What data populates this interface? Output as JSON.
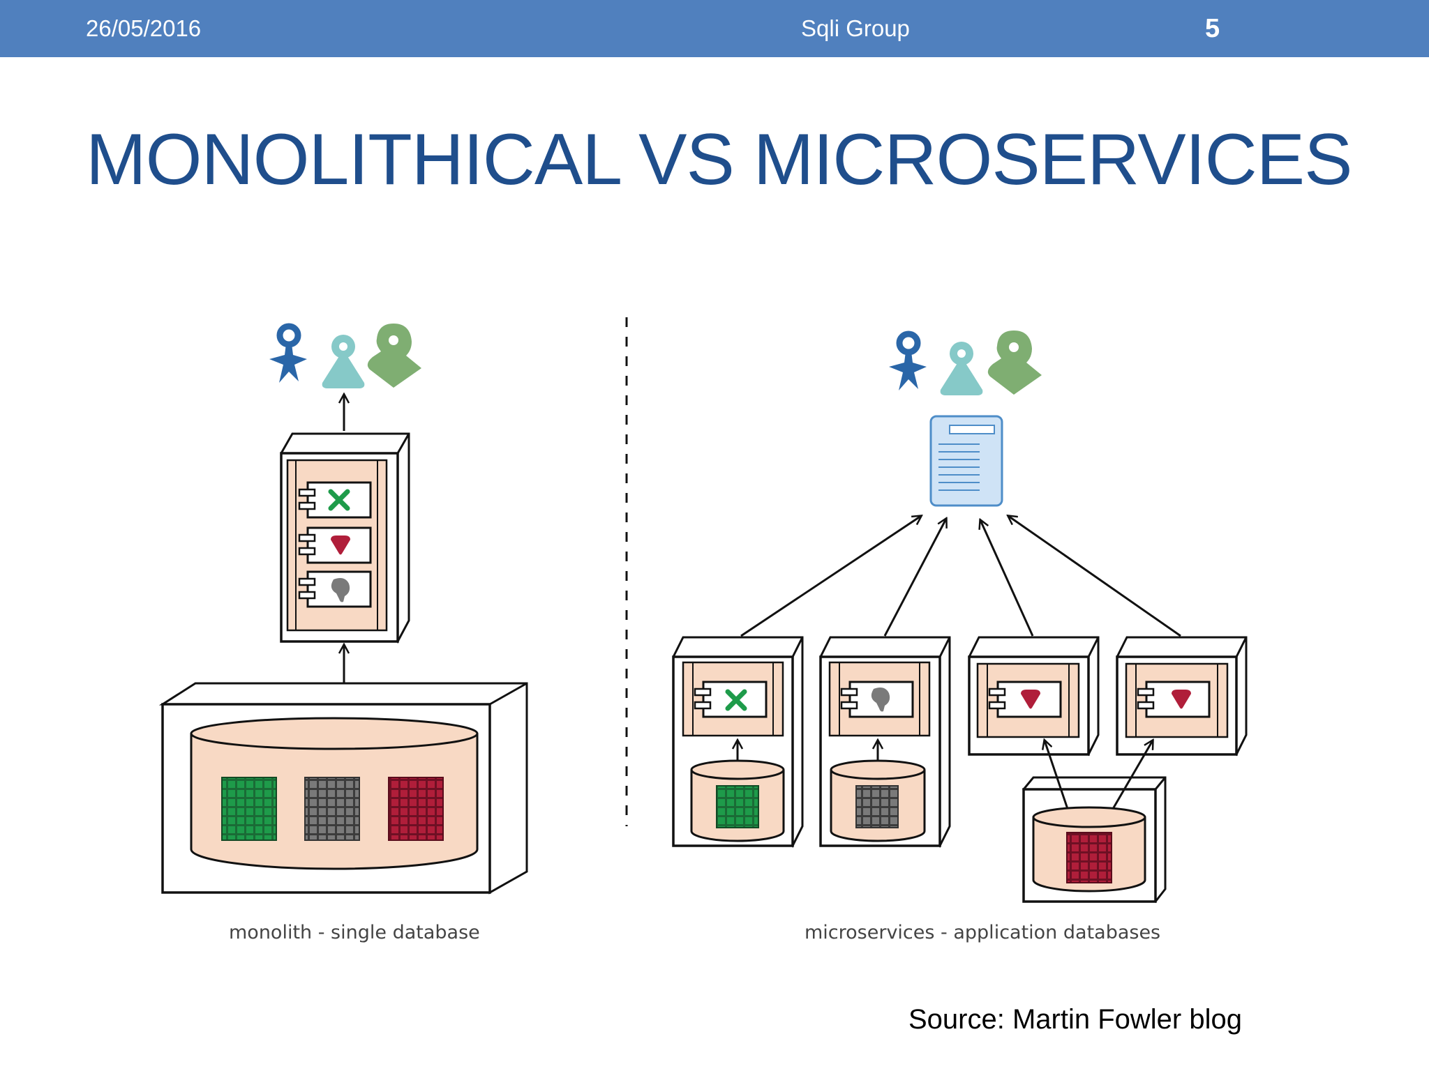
{
  "header": {
    "date": "26/05/2016",
    "organization": "Sqli Group",
    "page_number": "5",
    "background_color": "#5080be"
  },
  "title": "MONOLITHICAL VS MICROSERVICES",
  "diagram": {
    "left": {
      "caption": "monolith - single database",
      "users": [
        "blue-user-icon",
        "teal-user-icon",
        "green-user-icon"
      ],
      "modules": [
        "green-cross-icon",
        "red-heart-icon",
        "gray-blob-icon"
      ],
      "database_tables": [
        "green-grid-icon",
        "gray-grid-icon",
        "red-grid-icon"
      ]
    },
    "right": {
      "caption": "microservices - application databases",
      "users": [
        "blue-user-icon",
        "teal-user-icon",
        "green-user-icon"
      ],
      "entry_point": "document-icon",
      "services": [
        "green-cross-icon",
        "gray-blob-icon",
        "red-heart-icon",
        "red-heart-icon"
      ],
      "databases": [
        "green-grid-icon",
        "gray-grid-icon",
        "red-grid-icon"
      ]
    }
  },
  "source": "Source: Martin Fowler blog",
  "colors": {
    "title": "#1f4e8c",
    "peach": "#f8d9c4",
    "grid_green": "#1e9b4a",
    "grid_gray": "#7a7a7a",
    "grid_red": "#b01e3a",
    "user_blue": "#2a66a8",
    "user_teal": "#86c9c8",
    "user_green": "#7fae72"
  }
}
